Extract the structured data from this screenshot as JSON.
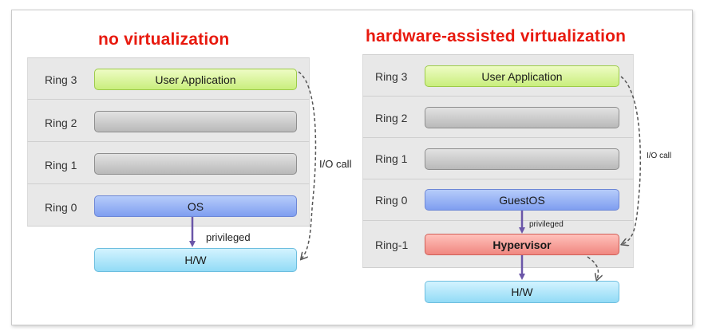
{
  "left": {
    "title": "no virtualization",
    "rings": [
      "Ring 3",
      "Ring 2",
      "Ring 1",
      "Ring 0"
    ],
    "bars": {
      "ring3": "User Application",
      "ring2": "",
      "ring1": "",
      "ring0": "OS"
    },
    "hw": "H/W",
    "privileged": "privileged",
    "io_call": "I/O call"
  },
  "right": {
    "title": "hardware-assisted virtualization",
    "rings": [
      "Ring 3",
      "Ring 2",
      "Ring 1",
      "Ring 0",
      "Ring-1"
    ],
    "bars": {
      "ring3": "User Application",
      "ring2": "",
      "ring1": "",
      "ring0": "GuestOS",
      "ring_minus1": "Hypervisor"
    },
    "hw": "H/W",
    "privileged": "privileged",
    "io_call": "I/O call"
  }
}
